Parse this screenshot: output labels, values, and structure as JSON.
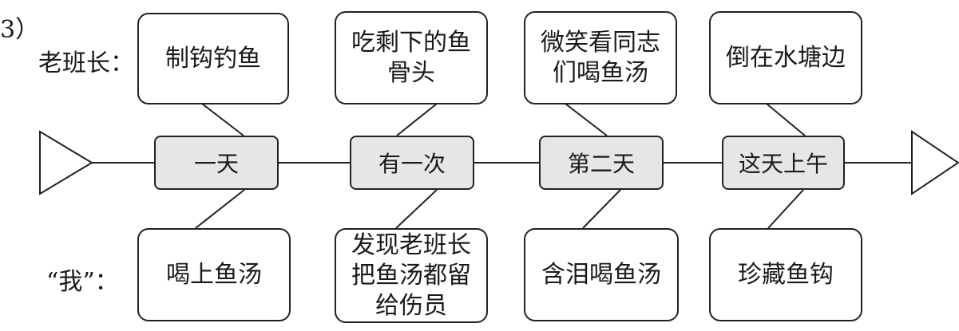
{
  "number_label": "3）",
  "rows": {
    "top": "老班长：",
    "bottom": "“我”："
  },
  "stages": [
    "一天",
    "有一次",
    "第二天",
    "这天上午"
  ],
  "top_boxes": [
    [
      "制钩钓鱼"
    ],
    [
      "吃剩下的鱼",
      "骨头"
    ],
    [
      "微笑看同志",
      "们喝鱼汤"
    ],
    [
      "倒在水塘边"
    ]
  ],
  "bottom_boxes": [
    [
      "喝上鱼汤"
    ],
    [
      "发现老班长",
      "把鱼汤都留",
      "给伤员"
    ],
    [
      "含泪喝鱼汤"
    ],
    [
      "珍藏鱼钩"
    ]
  ]
}
